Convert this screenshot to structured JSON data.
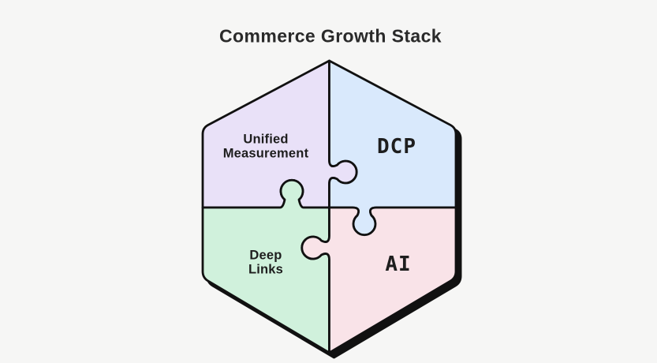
{
  "title": "Commerce Growth Stack",
  "colors": {
    "background": "#F6F6F5",
    "outline": "#111111",
    "shadow": "#111111",
    "title_text": "#2A2A2A",
    "label_text": "#1E1E1E"
  },
  "diagram": {
    "type": "puzzle-hexagon",
    "pieces": [
      {
        "id": "unified-measurement",
        "label": "Unified Measurement",
        "color": "#E9E1F8",
        "position": "top-left"
      },
      {
        "id": "dcp",
        "label": "DCP",
        "color": "#D9E9FC",
        "position": "top-right"
      },
      {
        "id": "deep-links",
        "label": "Deep Links",
        "color": "#D0F1DC",
        "position": "bottom-left"
      },
      {
        "id": "ai",
        "label": "AI",
        "color": "#F9E3E8",
        "position": "bottom-right"
      }
    ]
  }
}
